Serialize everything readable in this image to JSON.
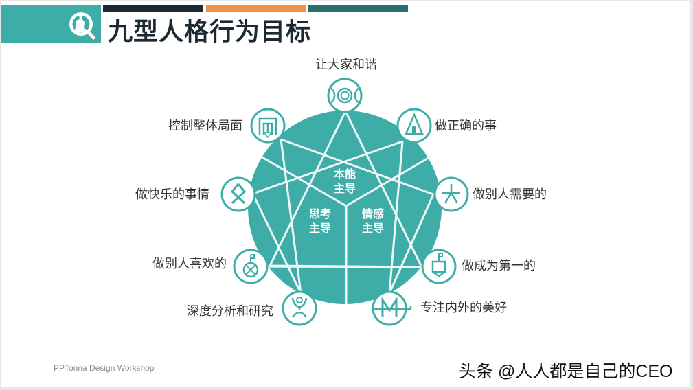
{
  "slide": {
    "title": "九型人格行为目标",
    "footer": "PPTonna Design Workshop",
    "watermark": "头条 @人人都是自己的CEO"
  },
  "colors": {
    "teal": "#3fada7",
    "dark_bar": "#1b2a31",
    "orange_bar": "#f0924a",
    "deep_teal_bar": "#2a6f6e",
    "background": "#ffffff",
    "line": "#eef7f6"
  },
  "header_bars": [
    {
      "name": "dark",
      "color": "#1b2a31"
    },
    {
      "name": "orange",
      "color": "#f0924a"
    },
    {
      "name": "deep-teal",
      "color": "#2a6f6e"
    }
  ],
  "center_groups": {
    "instinct": {
      "line1": "本能",
      "line2": "主导"
    },
    "thinking": {
      "line1": "思考",
      "line2": "主导"
    },
    "feeling": {
      "line1": "情感",
      "line2": "主导"
    }
  },
  "nodes": [
    {
      "position": "top",
      "label": "让大家和谐",
      "icon": "harmony-circles-icon"
    },
    {
      "position": "upper-right",
      "label": "做正确的事",
      "icon": "tent-triangle-icon"
    },
    {
      "position": "right",
      "label": "做别人需要的",
      "icon": "da-person-icon"
    },
    {
      "position": "lower-right",
      "label": "做成为第一的",
      "icon": "trophy-flag-icon"
    },
    {
      "position": "bottom-right",
      "label": "专注内外的美好",
      "icon": "m-letter-icon"
    },
    {
      "position": "bottom-left",
      "label": "深度分析和研究",
      "icon": "thinker-person-icon"
    },
    {
      "position": "lower-left",
      "label": "做别人喜欢的",
      "icon": "cross-circle-flag-icon"
    },
    {
      "position": "left",
      "label": "做快乐的事情",
      "icon": "diamond-x-icon"
    },
    {
      "position": "upper-left",
      "label": "控制整体局面",
      "icon": "gate-arrow-icon"
    }
  ]
}
